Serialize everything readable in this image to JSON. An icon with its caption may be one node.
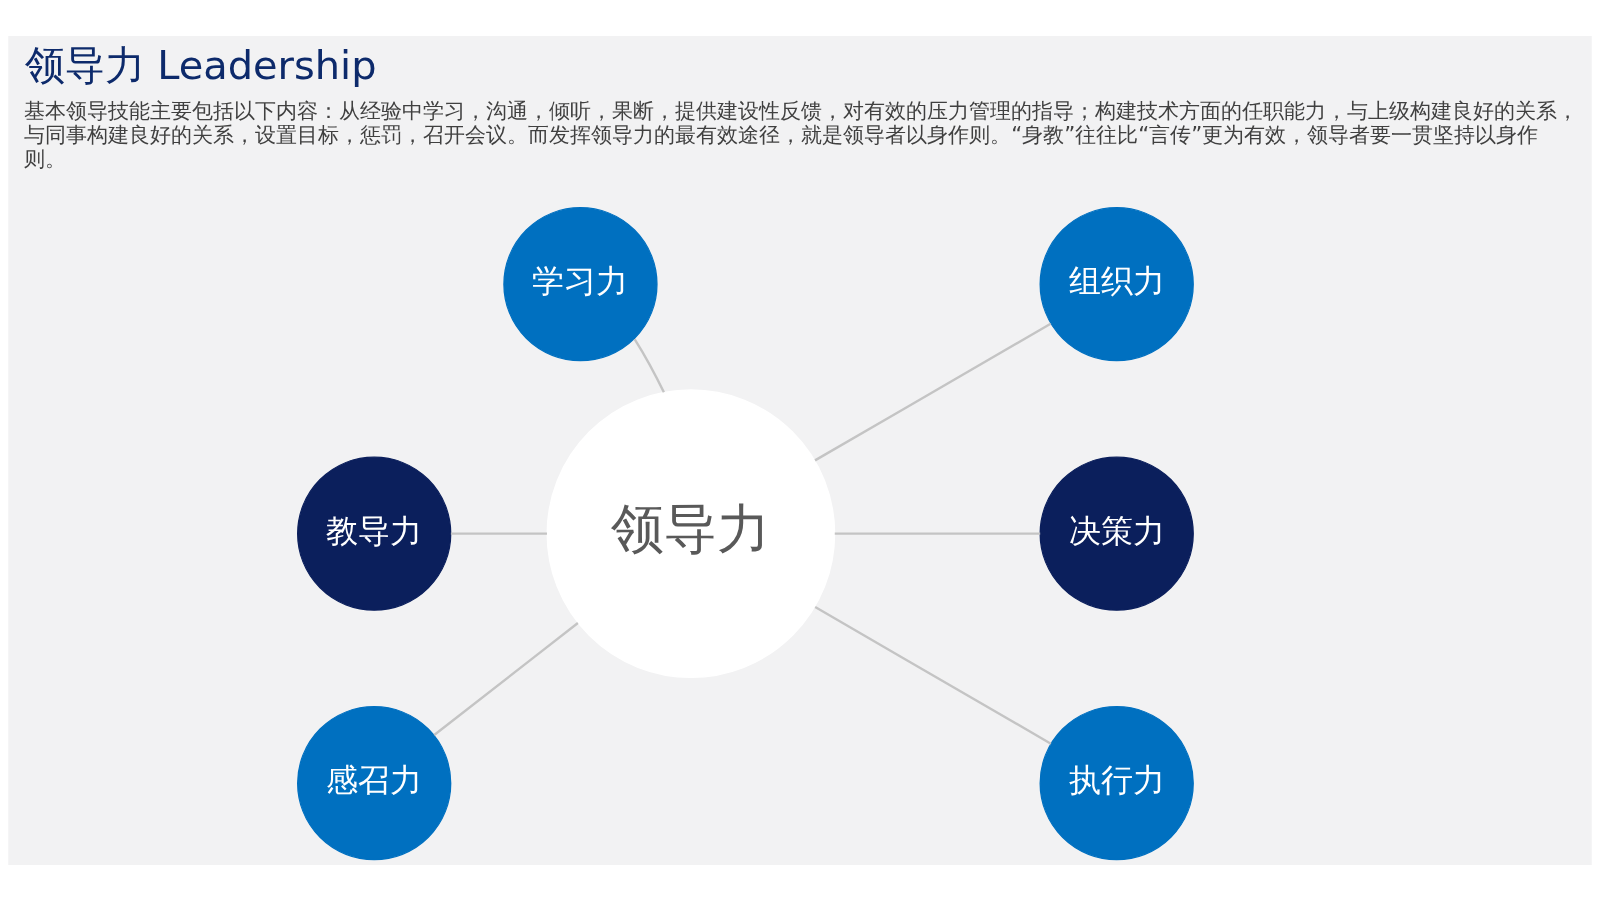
{
  "diagram": {
    "title": "领导力 Leadership",
    "nodes": [
      {
        "text": [
          "学习力"
        ]
      },
      {
        "text": [
          "组织力"
        ]
      },
      {
        "text": [
          "教导力"
        ]
      },
      {
        "text": [
          "领导力"
        ]
      },
      {
        "text": [
          "决策力"
        ]
      },
      {
        "text": [
          "感召力"
        ]
      },
      {
        "text": [
          "执行力"
        ]
      }
    ],
    "edges": [
      {
        "from": 0,
        "to": 3,
        "arrow": "none"
      },
      {
        "from": 3,
        "to": 1,
        "arrow": "none"
      },
      {
        "from": 2,
        "to": 3,
        "arrow": "none"
      },
      {
        "from": 3,
        "to": 4,
        "arrow": "none"
      },
      {
        "from": 5,
        "to": 3,
        "arrow": "none"
      },
      {
        "from": 3,
        "to": 6,
        "arrow": "none"
      }
    ],
    "labels": [
      "基本领导技能主要包括以下内容：从经验中学习，沟通，倾听，果断，提供建设性反馈，对有效的压力管理的指导；构建技术方面的任职能力，与上级构建良好的关系，与同事构建良好的关系，设置目标，惩罚，召开会议。而发挥领导力的最有效途径，就是领导者以身作则。“身教”往往比“言传”更为有效，领导者要一贯坚持以身作则。"
    ]
  }
}
